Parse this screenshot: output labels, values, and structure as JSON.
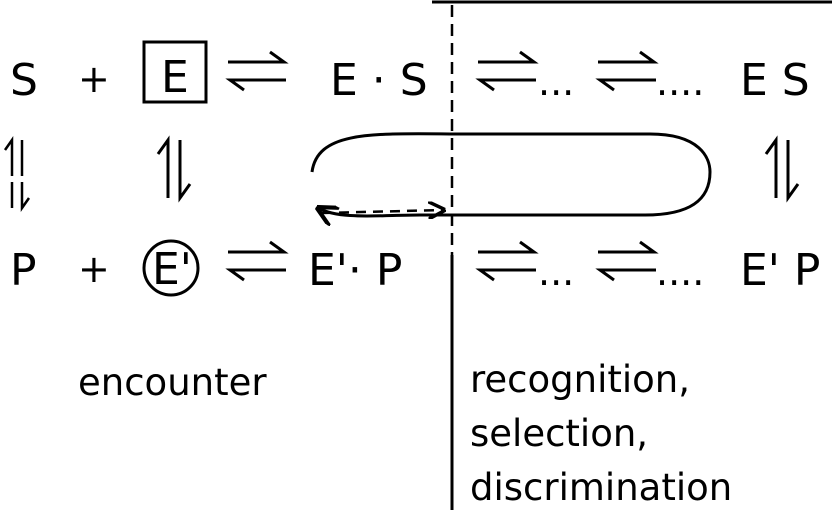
{
  "top_row": {
    "substrate": "S",
    "plus": "+",
    "enzyme": "E",
    "complex": "E · S",
    "dots1": "...",
    "dots2": "....",
    "product_state": "E S"
  },
  "bottom_row": {
    "product": "P",
    "plus": "+",
    "enzyme": "E'",
    "complex": "E'· P",
    "dots1": "...",
    "dots2": "....",
    "product_state": "E' P"
  },
  "captions": {
    "left": "encounter",
    "right": [
      "recognition,",
      "selection,",
      "discrimination"
    ]
  },
  "colors": {
    "ink": "#000000",
    "background": "#ffffff"
  }
}
